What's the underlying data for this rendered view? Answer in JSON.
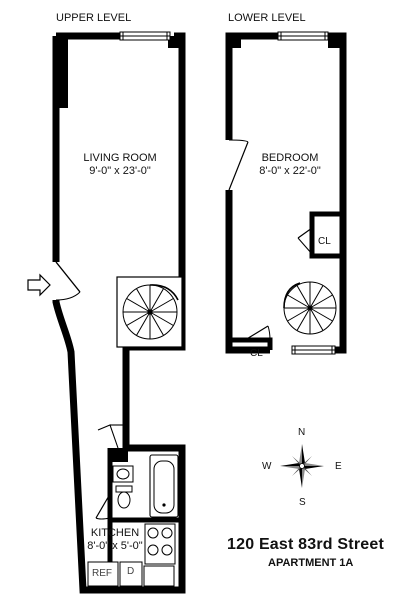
{
  "levels": {
    "upper": "UPPER LEVEL",
    "lower": "LOWER LEVEL"
  },
  "rooms": {
    "living": {
      "name": "LIVING ROOM",
      "dims": "9'-0\" x 23'-0\""
    },
    "bedroom": {
      "name": "BEDROOM",
      "dims": "8'-0\" x 22'-0\""
    },
    "kitchen": {
      "name": "KITCHEN",
      "dims": "8'-0\" x 5'-0\""
    },
    "closet_upper": "CL",
    "closet_lower": "CL",
    "ref": "REF",
    "dishwasher": "D"
  },
  "compass": {
    "north": "N",
    "south": "S",
    "east": "E",
    "west": "W"
  },
  "address": {
    "street": "120 East 83rd Street",
    "unit": "APARTMENT 1A"
  }
}
